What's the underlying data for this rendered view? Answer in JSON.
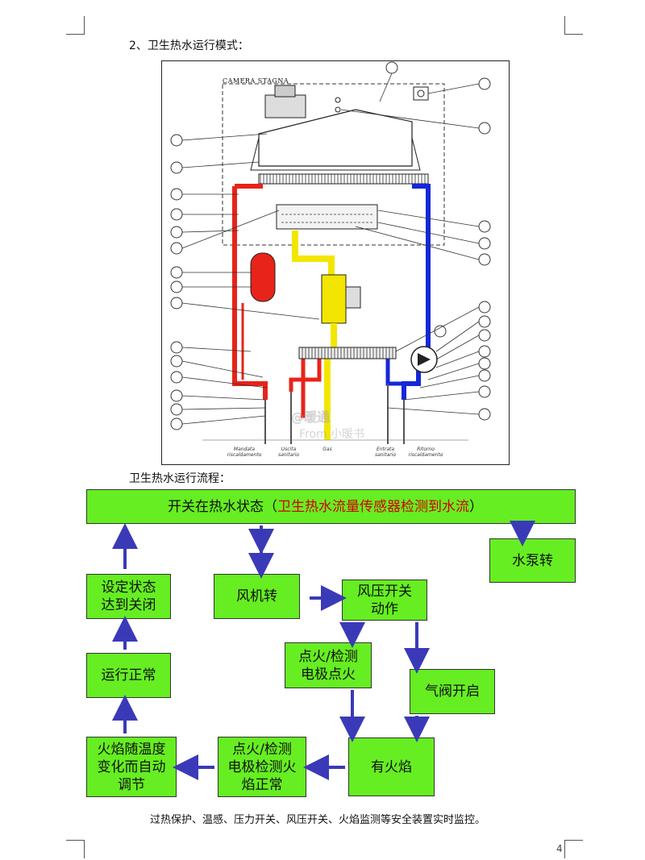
{
  "section_title": "2、卫生热水运行模式：",
  "diagram": {
    "camera_label": "CAMERA STAGNA",
    "bottom_labels": [
      "Mandata riscaldamento",
      "Uscita sanitario",
      "Gas",
      "Entrata sanitario",
      "Ritorno riscaldamento"
    ],
    "watermark": "@暖通",
    "watermark2": "From 小暖书",
    "colors": {
      "hot": "#e8231a",
      "cold": "#1428d8",
      "gas": "#f2e600"
    }
  },
  "flow_title": "卫生热水运行流程：",
  "flow": {
    "top_prefix": "开关在热水状态（",
    "top_red": "卫生热水流量传感器检测到水流",
    "top_suffix": "）",
    "pump": "水泵转",
    "fan": "风机转",
    "air_switch": "风压开关\n动作",
    "ignite": "点火/检测\n电极点火",
    "gas_valve": "气阀开启",
    "flame": "有火焰",
    "flame_detect": "点火/检测\n电极检测火\n焰正常",
    "flame_modulate": "火焰随温度\n变化而自动\n调节",
    "normal": "运行正常",
    "set_close": "设定状态\n达到关闭",
    "box_color": "#66ee22",
    "arrow_color": "#3a3ab8"
  },
  "footnote": "过热保护、温感、压力开关、风压开关、火焰监测等安全装置实时监控。",
  "page_number": "4"
}
